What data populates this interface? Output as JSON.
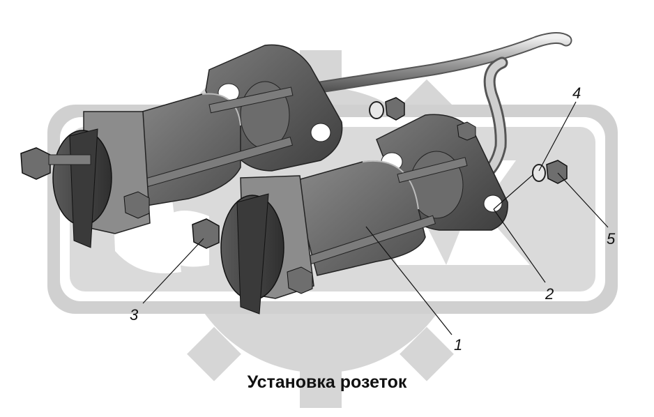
{
  "caption": "Установка розеток",
  "callouts": [
    {
      "id": "1",
      "label": "1"
    },
    {
      "id": "2",
      "label": "2"
    },
    {
      "id": "3",
      "label": "3"
    },
    {
      "id": "4",
      "label": "4"
    },
    {
      "id": "5",
      "label": "5"
    }
  ],
  "colors": {
    "watermark": "#d4d4d4",
    "part_dark": "#454545",
    "part_mid": "#6a6a6a",
    "part_light": "#8a8a8a",
    "leader": "#111111"
  }
}
